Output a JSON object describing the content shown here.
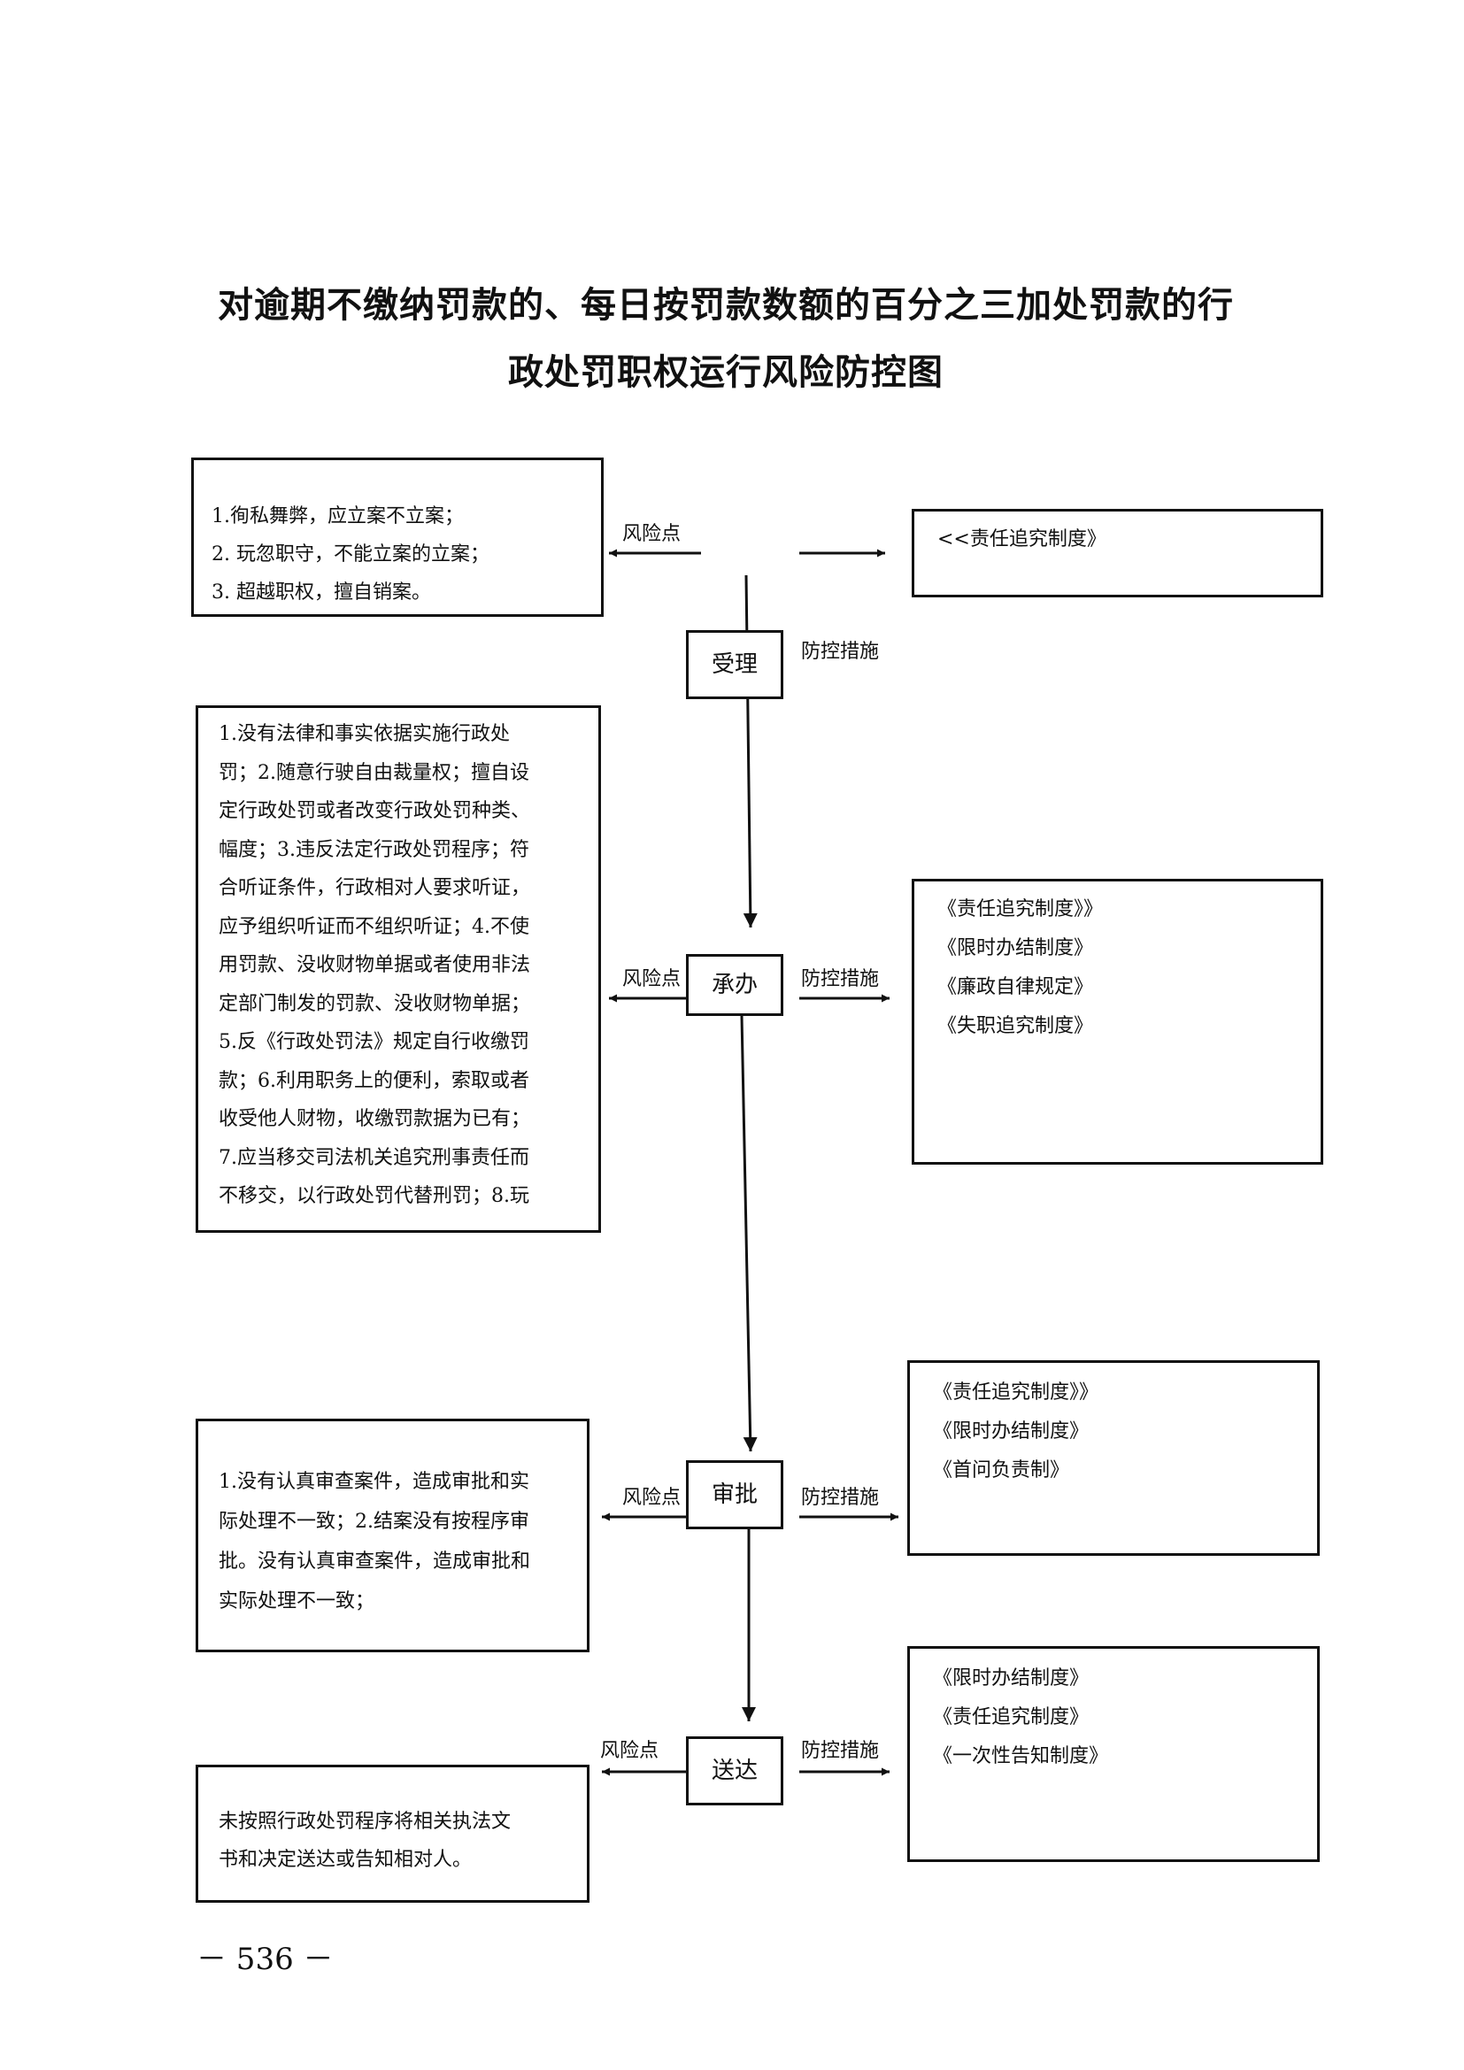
{
  "title": {
    "line1": "对逾期不缴纳罚款的、每日按罚款数额的百分之三加处罚款的行",
    "line2": "政处罚职权运行风险防控图"
  },
  "labels": {
    "risk_point": "风险点",
    "control_measures": "防控措施"
  },
  "steps": {
    "accept": "受理",
    "handle": "承办",
    "approve": "审批",
    "deliver": "送达"
  },
  "risks": {
    "accept": [
      "1.徇私舞弊，应立案不立案；",
      "2. 玩忽职守，不能立案的立案；",
      "3. 超越职权，擅自销案。"
    ],
    "handle": [
      "1.没有法律和事实依据实施行政处",
      "罚；2.随意行驶自由裁量权；擅自设",
      "定行政处罚或者改变行政处罚种类、",
      "幅度；3.违反法定行政处罚程序；符",
      "合听证条件，行政相对人要求听证，",
      "应予组织听证而不组织听证；4.不使",
      "用罚款、没收财物单据或者使用非法",
      "定部门制发的罚款、没收财物单据；",
      "5.反《行政处罚法》规定自行收缴罚",
      "款；6.利用职务上的便利，索取或者",
      "收受他人财物，收缴罚款据为已有；",
      "7.应当移交司法机关追究刑事责任而",
      "不移交，以行政处罚代替刑罚；8.玩"
    ],
    "approve": [
      "1.没有认真审查案件，造成审批和实",
      "际处理不一致；2.结案没有按程序审",
      "批。没有认真审查案件，造成审批和",
      "实际处理不一致；"
    ],
    "deliver": [
      "未按照行政处罚程序将相关执法文",
      "书和决定送达或告知相对人。"
    ]
  },
  "measures": {
    "accept": [
      "<<责任追究制度》"
    ],
    "handle": [
      "《责任追究制度》》",
      "《限时办结制度》",
      "《廉政自律规定》",
      "《失职追究制度》"
    ],
    "approve": [
      "《责任追究制度》》",
      "《限时办结制度》",
      "《首问负责制》"
    ],
    "deliver": [
      "《限时办结制度》",
      "《责任追究制度》",
      "《一次性告知制度》"
    ]
  },
  "page_number": "－ 536 －"
}
